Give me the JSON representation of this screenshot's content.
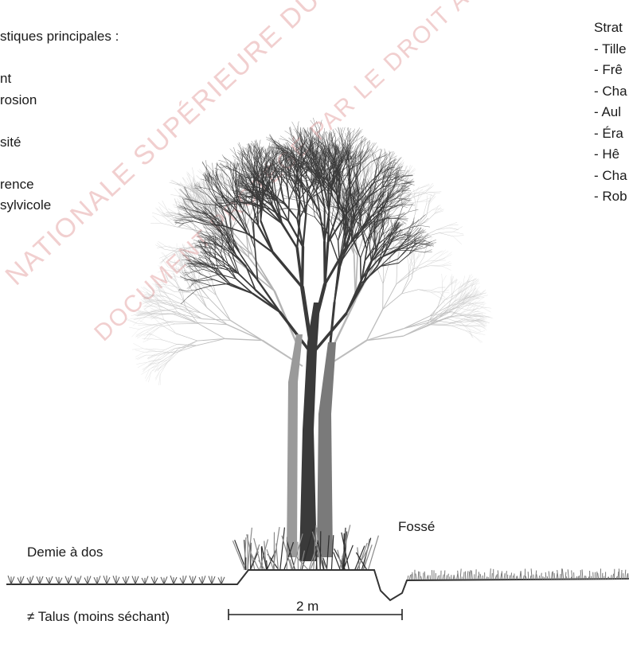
{
  "left_list": {
    "lines": [
      "stiques principales :",
      "",
      "nt",
      "rosion",
      "",
      "sité",
      "",
      "rence",
      "sylvicole"
    ]
  },
  "right_list": {
    "lines": [
      "Strat",
      "- Tille",
      "- Frê",
      "- Cha",
      "- Aul",
      "- Éra",
      "- Hê",
      "- Cha",
      "- Rob"
    ]
  },
  "labels": {
    "demie_line1": "Demie à dos",
    "demie_line2": "≠ Talus (moins séchant)",
    "fosse": "Fossé",
    "scale": "2 m"
  },
  "watermark": {
    "line1": "NATIONALE SUPÉRIEURE DU PAYSAGE",
    "line2": "DOCUMENT PROTÉGÉ PAR LE DROIT AU DROIT D'AUTEUR",
    "color": "#efc7c7"
  },
  "colors": {
    "tree_dark": "#2e2e2e",
    "tree_mid": "#5a5a5a",
    "tree_light": "#9a9a9a",
    "ground": "#333333"
  }
}
